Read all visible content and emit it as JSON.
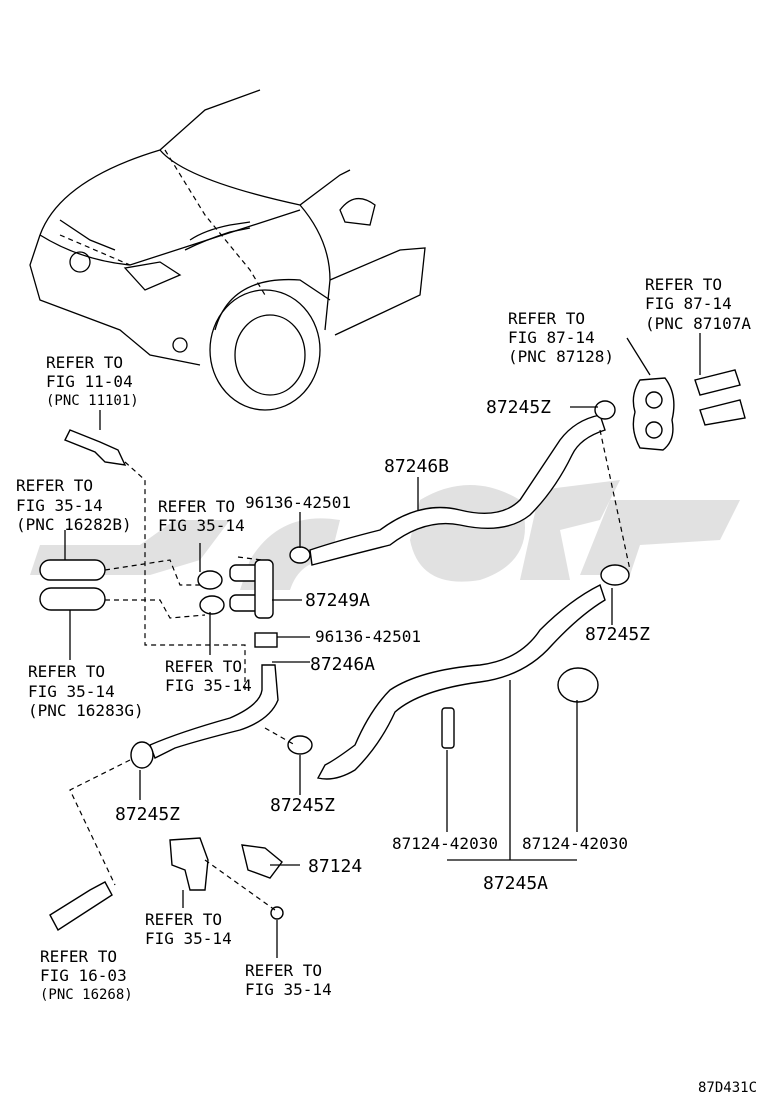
{
  "refs": {
    "fig_87_14_a_line1": "REFER TO",
    "fig_87_14_a_line2": "FIG 87-14",
    "fig_87_14_a_line3": "(PNC 87107A",
    "fig_87_14_b_line1": "REFER TO",
    "fig_87_14_b_line2": "FIG 87-14",
    "fig_87_14_b_line3": "(PNC 87128)",
    "fig_11_04_line1": "REFER TO",
    "fig_11_04_line2": "FIG 11-04",
    "fig_11_04_line3": "(PNC 11101)",
    "fig_35_14_a_line1": "REFER TO",
    "fig_35_14_a_line2": "FIG 35-14",
    "fig_35_14_a_line3": "(PNC 16282B)",
    "fig_35_14_b_line1": "REFER TO",
    "fig_35_14_b_line2": "FIG 35-14",
    "fig_35_14_c_line1": "REFER TO",
    "fig_35_14_c_line2": "FIG 35-14",
    "fig_35_14_c_line3": "(PNC 16283G)",
    "fig_35_14_d_line1": "REFER TO",
    "fig_35_14_d_line2": "FIG 35-14",
    "fig_35_14_e_line1": "REFER TO",
    "fig_35_14_e_line2": "FIG 35-14",
    "fig_35_14_f_line1": "REFER TO",
    "fig_35_14_f_line2": "FIG 35-14",
    "fig_16_03_line1": "REFER TO",
    "fig_16_03_line2": "FIG 16-03",
    "fig_16_03_line3": "(PNC 16268)"
  },
  "parts": {
    "p87245Z_top": "87245Z",
    "p87246B": "87246B",
    "p96136_top": "96136-42501",
    "p87249A": "87249A",
    "p96136_mid": "96136-42501",
    "p87246A": "87246A",
    "p87245Z_right": "87245Z",
    "p87245Z_left": "87245Z",
    "p87245Z_center": "87245Z",
    "p87124_a": "87124-42030",
    "p87124_b": "87124-42030",
    "p87124": "87124",
    "p87245A": "87245A"
  },
  "figure_code": "87D431C"
}
